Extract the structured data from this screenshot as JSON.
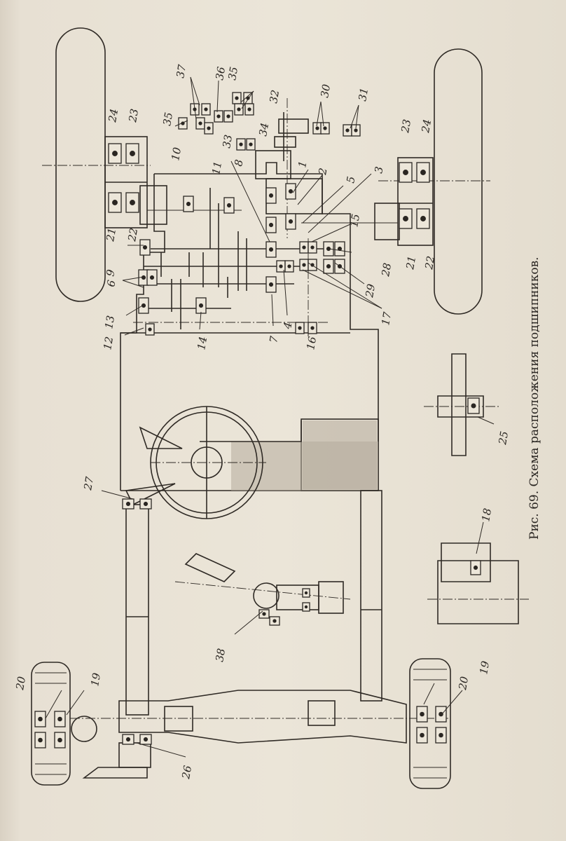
{
  "caption": "Рис. 69. Схема расположения подшипников.",
  "labels": {
    "l1": "1",
    "l2": "2",
    "l3": "3",
    "l4": "4",
    "l5": "5",
    "l6": "6",
    "l7": "7",
    "l8": "8",
    "l9": "9",
    "l10": "10",
    "l11": "11",
    "l12": "12",
    "l13": "13",
    "l14": "14",
    "l15": "15",
    "l16": "16",
    "l17": "17",
    "l18": "18",
    "l19a": "19",
    "l19b": "19",
    "l20a": "20",
    "l20b": "20",
    "l21a": "21",
    "l21b": "21",
    "l22a": "22",
    "l22b": "22",
    "l23a": "23",
    "l23b": "23",
    "l24a": "24",
    "l24b": "24",
    "l25": "25",
    "l26": "26",
    "l27": "27",
    "l28": "28",
    "l29": "29",
    "l30": "30",
    "l31": "31",
    "l32": "32",
    "l33": "33",
    "l34": "34",
    "l35a": "35",
    "l35b": "35",
    "l36": "36",
    "l37": "37",
    "l38": "38"
  }
}
